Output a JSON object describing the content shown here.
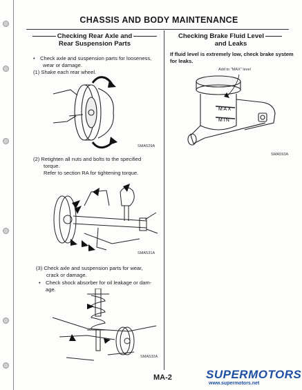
{
  "title": "CHASSIS AND BODY MAINTENANCE",
  "left": {
    "heading_line1": "Checking Rear Axle and",
    "heading_line2": "Rear Suspension Parts",
    "bullet1_line1": "Check axle and suspension parts for looseness,",
    "bullet1_line2": "wear or damage.",
    "step1": "(1)  Shake each rear wheel.",
    "fig1_code": "SMA529A",
    "step2_line1": "(2)  Retighten all nuts and bolts to the specified",
    "step2_line2": "torque.",
    "step2_line3": "Refer to section RA for tightening torque.",
    "fig2_code": "SMA531A",
    "step3_line1": "(3)  Check axle and suspension parts for wear,",
    "step3_line2": "crack or damage.",
    "bullet2_line1": "Check shock absorber for oil leakage or dam-",
    "bullet2_line2": "age.",
    "fig3_code": "SMA532A"
  },
  "right": {
    "heading_line1": "Checking Brake Fluid Level",
    "heading_line2": "and Leaks",
    "intro_line1": "If fluid level is extremely low, check brake system",
    "intro_line2": "for leaks.",
    "fig_caption": "Add to \"MAX\" level",
    "max_label": "MAX",
    "min_label": "MIN",
    "fig_code": "SMA593A"
  },
  "page_number": "MA-2",
  "watermark": {
    "brand": "SUPERMOTORS",
    "url": "www.supermotors.net"
  }
}
